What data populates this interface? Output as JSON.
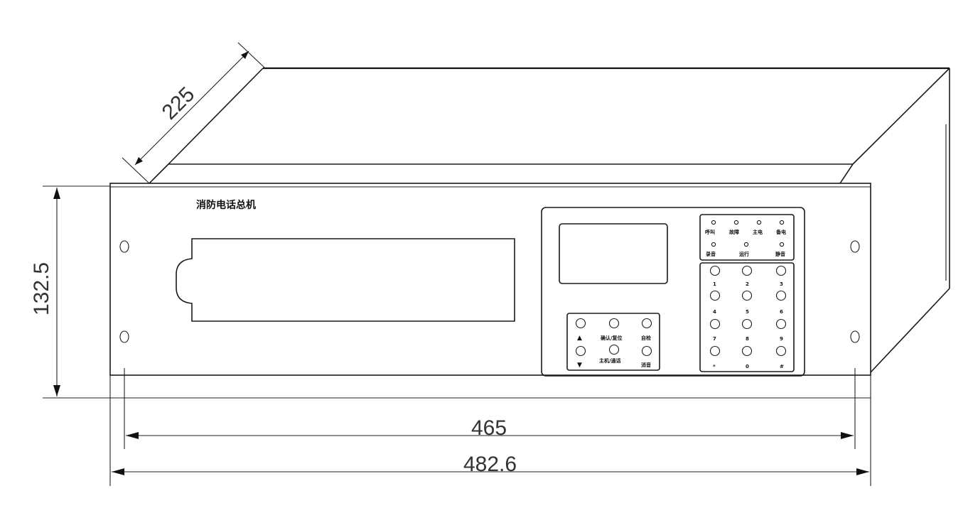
{
  "panel": {
    "title": "消防电话总机"
  },
  "dimensions": {
    "depth": "225",
    "height": "132.5",
    "inner_width": "465",
    "outer_width": "482.6"
  },
  "indicators": {
    "row1": [
      "呼叫",
      "故障",
      "主电",
      "备电"
    ],
    "row2": [
      "录音",
      "运行",
      "静音"
    ]
  },
  "keypad": {
    "keys": [
      "1",
      "2",
      "3",
      "4",
      "5",
      "6",
      "7",
      "8",
      "9",
      "*",
      "0",
      "#"
    ]
  },
  "function_keys": {
    "up_symbol": "▲",
    "down_symbol": "▼",
    "labels": [
      "确认/复位",
      "自检",
      "主机/通话",
      "消音"
    ]
  }
}
